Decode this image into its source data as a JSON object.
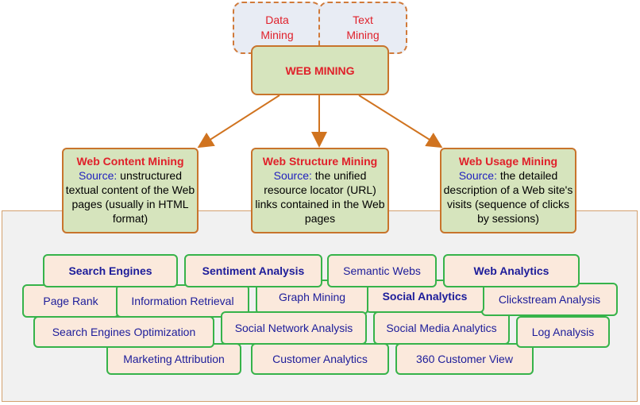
{
  "top_boxes": {
    "data_mining": "Data\nMining",
    "text_mining": "Text\nMining"
  },
  "center": {
    "title": "WEB MINING"
  },
  "categories": [
    {
      "title": "Web Content Mining",
      "source_label": "Source:",
      "desc": "unstructured textual content of the Web pages (usually in HTML format)"
    },
    {
      "title": "Web Structure Mining",
      "source_label": "Source:",
      "desc": "the unified resource locator (URL) links contained in the Web pages"
    },
    {
      "title": "Web Usage Mining",
      "source_label": "Source:",
      "desc": "the detailed description of a Web site's visits (sequence of clicks by sessions)"
    }
  ],
  "topics": [
    "Search Engines",
    "Sentiment Analysis",
    "Semantic Webs",
    "Web Analytics",
    "Page Rank",
    "Information Retrieval",
    "Graph Mining",
    "Social Analytics",
    "Clickstream Analysis",
    "Search Engines Optimization",
    "Social Network Analysis",
    "Social Media Analytics",
    "Log Analysis",
    "Marketing Attribution",
    "Customer Analytics",
    "360 Customer View"
  ],
  "colors": {
    "title_red": "#e0202a",
    "source_blue": "#1f1fbf",
    "topic_text": "#1c1c9a",
    "pill_border": "#36b34a",
    "pill_fill": "#fbe9dc",
    "box_fill": "#d6e4bd",
    "box_border": "#c8742c",
    "arrow": "#d0731f"
  }
}
